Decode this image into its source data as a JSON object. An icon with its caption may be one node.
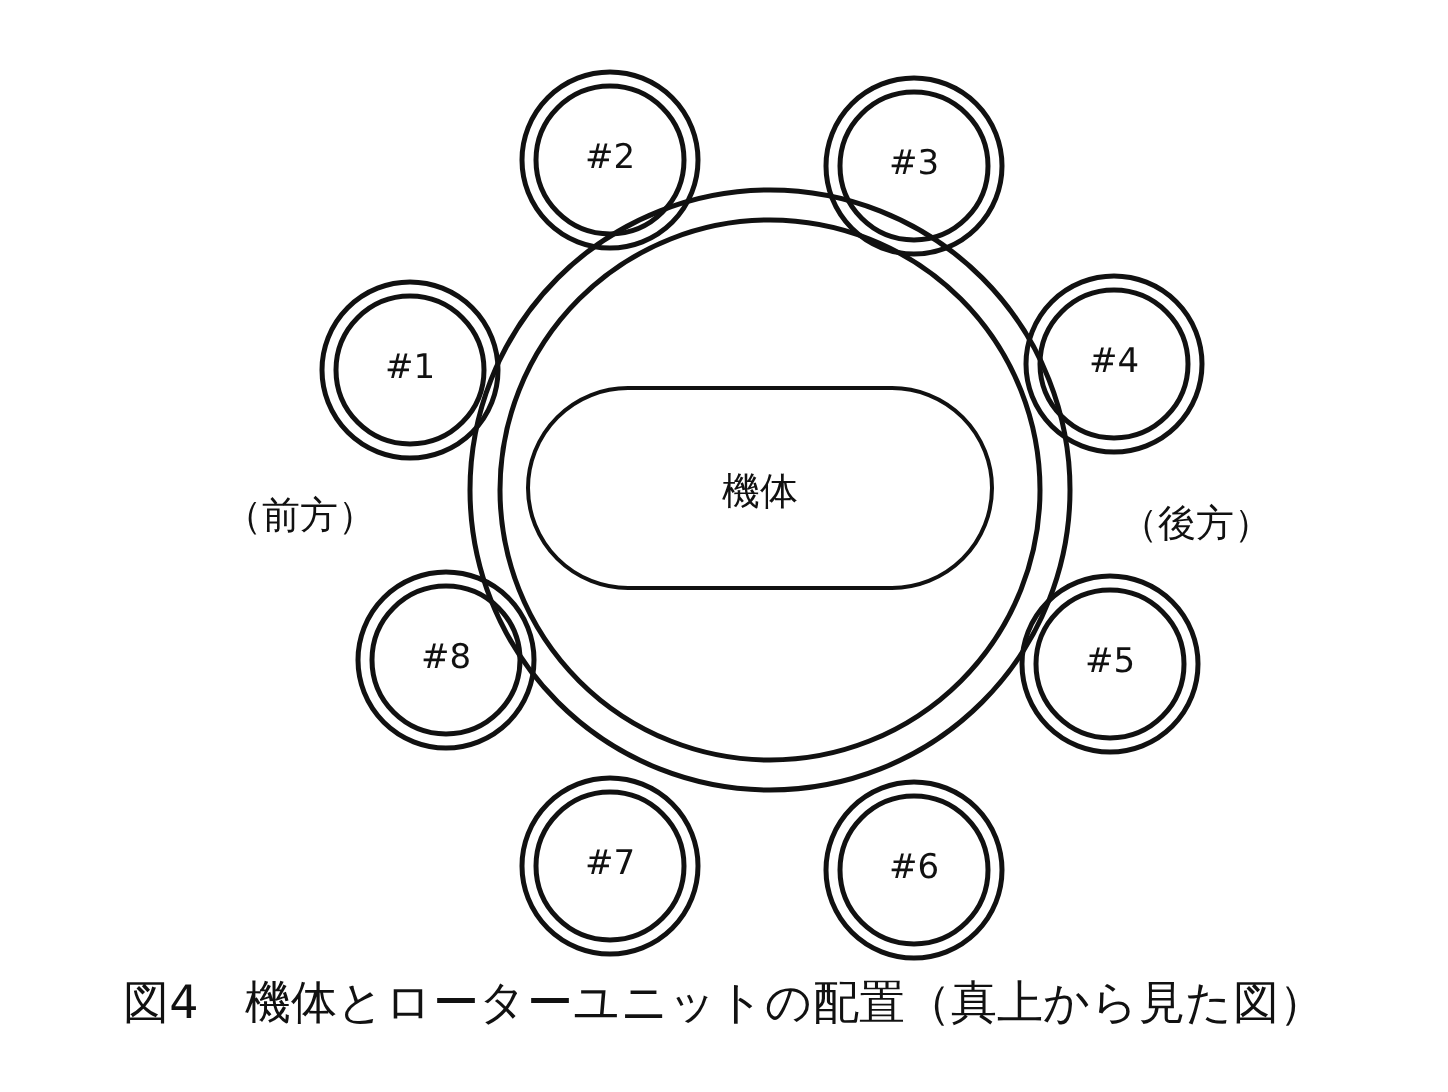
{
  "diagram": {
    "caption": "図4　機体とローターユニットの配置（真上から見た図）",
    "nodes": [
      {
        "text": [],
        "shape": "circle"
      },
      {
        "text": [
          "機体"
        ],
        "in": 0
      },
      {
        "text": [
          "#1"
        ]
      },
      {
        "text": [
          "#2"
        ]
      },
      {
        "text": [
          "#3"
        ]
      },
      {
        "text": [
          "#4"
        ]
      },
      {
        "text": [
          "#5"
        ]
      },
      {
        "text": [
          "#6"
        ]
      },
      {
        "text": [
          "#7"
        ]
      },
      {
        "text": [
          "#8"
        ]
      }
    ],
    "edges": [],
    "labels": [
      "（前方）",
      "（後方）"
    ]
  }
}
